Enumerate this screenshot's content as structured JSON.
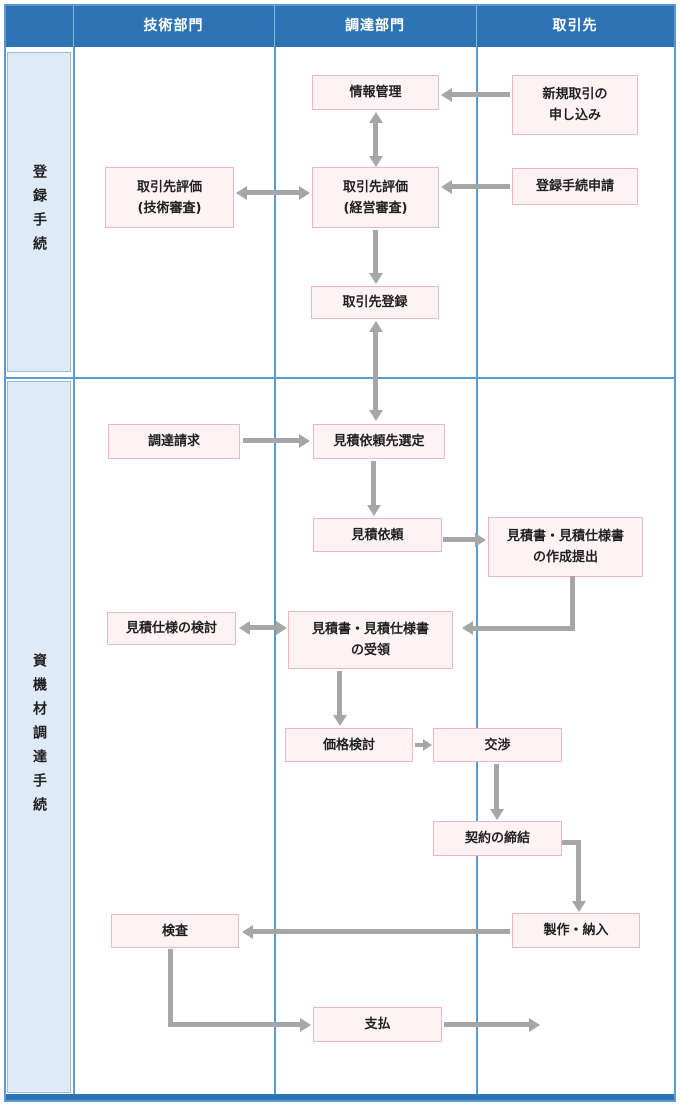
{
  "colors": {
    "header_bg": "#2E74B5",
    "lane_border": "#5B9BD5",
    "row_label_bg": "#DEEBF7",
    "box_bg": "#FDF3F5",
    "box_border": "#F3B7C3",
    "arrow": "#A6A6A6"
  },
  "header": {
    "columns": [
      "技術部門",
      "調達部門",
      "取引先"
    ]
  },
  "sections": [
    {
      "label": "登録手続"
    },
    {
      "label": "資機材調達手続"
    }
  ],
  "boxes": {
    "info_mgmt": {
      "l1": "情報管理"
    },
    "new_deal": {
      "l1": "新規取引の",
      "l2": "申し込み"
    },
    "eval_tech": {
      "l1": "取引先評価",
      "l2": "(技術審査)"
    },
    "eval_mgmt": {
      "l1": "取引先評価",
      "l2": "(経営審査)"
    },
    "reg_apply": {
      "l1": "登録手続申請"
    },
    "partner_reg": {
      "l1": "取引先登録"
    },
    "proc_req": {
      "l1": "調達請求"
    },
    "rfq_select": {
      "l1": "見積依頼先選定"
    },
    "rfq": {
      "l1": "見積依頼"
    },
    "quote_submit": {
      "l1": "見積書・見積仕様書",
      "l2": "の作成提出"
    },
    "quote_receive": {
      "l1": "見積書・見積仕様書",
      "l2": "の受領"
    },
    "spec_review": {
      "l1": "見積仕様の検討"
    },
    "price_review": {
      "l1": "価格検討"
    },
    "negotiation": {
      "l1": "交渉"
    },
    "contract": {
      "l1": "契約の締結"
    },
    "manufacture": {
      "l1": "製作・納入"
    },
    "inspection": {
      "l1": "検査"
    },
    "payment": {
      "l1": "支払"
    }
  },
  "edges": [
    {
      "from": "new_deal",
      "to": "info_mgmt",
      "bidirectional": false
    },
    {
      "from": "info_mgmt",
      "to": "eval_mgmt",
      "bidirectional": true
    },
    {
      "from": "reg_apply",
      "to": "eval_mgmt",
      "bidirectional": false
    },
    {
      "from": "eval_tech",
      "to": "eval_mgmt",
      "bidirectional": true
    },
    {
      "from": "eval_mgmt",
      "to": "partner_reg",
      "bidirectional": false
    },
    {
      "from": "partner_reg",
      "to": "rfq_select",
      "bidirectional": true
    },
    {
      "from": "proc_req",
      "to": "rfq_select",
      "bidirectional": false
    },
    {
      "from": "rfq_select",
      "to": "rfq",
      "bidirectional": false
    },
    {
      "from": "rfq",
      "to": "quote_submit",
      "bidirectional": false
    },
    {
      "from": "quote_submit",
      "to": "quote_receive",
      "bidirectional": false
    },
    {
      "from": "spec_review",
      "to": "quote_receive",
      "bidirectional": true
    },
    {
      "from": "quote_receive",
      "to": "price_review",
      "bidirectional": false
    },
    {
      "from": "price_review",
      "to": "negotiation",
      "bidirectional": false
    },
    {
      "from": "negotiation",
      "to": "contract",
      "bidirectional": false
    },
    {
      "from": "contract",
      "to": "manufacture",
      "bidirectional": false
    },
    {
      "from": "manufacture",
      "to": "inspection",
      "bidirectional": false
    },
    {
      "from": "inspection",
      "to": "payment",
      "bidirectional": false
    },
    {
      "from": "payment",
      "to": "flow-exit-right",
      "bidirectional": false
    }
  ]
}
